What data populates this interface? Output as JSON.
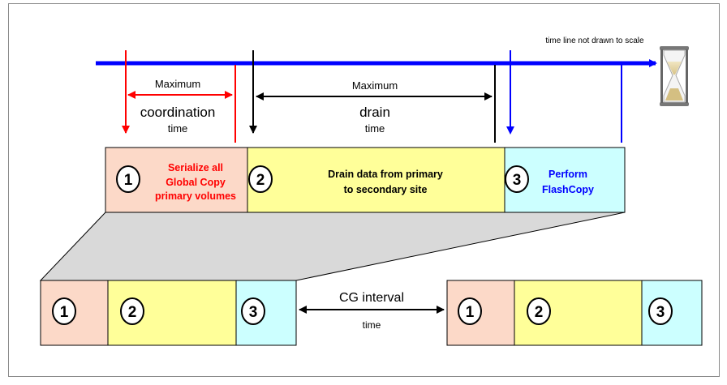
{
  "note": "time line not drawn to scale",
  "coordination": {
    "maximum": "Maximum",
    "label": "coordination",
    "sub": "time"
  },
  "drain": {
    "maximum": "Maximum",
    "label": "drain",
    "sub": "time"
  },
  "top_phases": {
    "phase1": {
      "number": "1",
      "text_line1": "Serialize all",
      "text_line2": "Global Copy",
      "text_line3": "primary volumes"
    },
    "phase2": {
      "number": "2",
      "text_line1": "Drain data from primary",
      "text_line2": "to secondary site"
    },
    "phase3": {
      "number": "3",
      "text_line1": "Perform",
      "text_line2": "FlashCopy"
    }
  },
  "bottom_left": {
    "n1": "1",
    "n2": "2",
    "n3": "3"
  },
  "bottom_right": {
    "n1": "1",
    "n2": "2",
    "n3": "3"
  },
  "cg_interval": {
    "label": "CG interval",
    "sub": "time"
  },
  "colors": {
    "timeline_blue": "#0000ff",
    "red": "#ff0000",
    "phase1_fill": "#fcd9c8",
    "phase2_fill": "#ffff99",
    "phase3_fill": "#ccffff",
    "zoom_fill": "#d9d9d9",
    "flashcopy_blue": "#0000ff"
  }
}
